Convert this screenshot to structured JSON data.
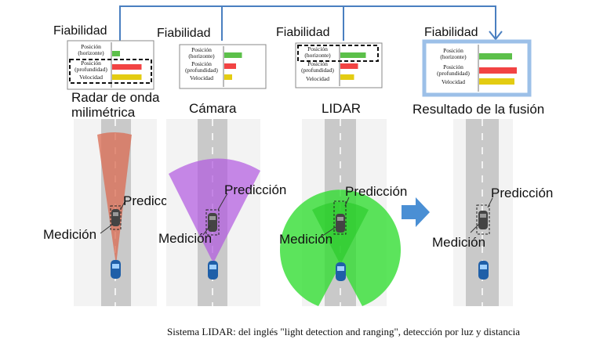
{
  "labels": {
    "reliability": "Fiabilidad",
    "pos_h1": "Posición",
    "pos_h2": "(horizonte)",
    "pos_d1": "Posición",
    "pos_d2": "(profundidad)",
    "velocity": "Velocidad",
    "prediction": "Predicción",
    "measurement": "Medición"
  },
  "sensors": [
    {
      "title_line1": "Radar de onda",
      "title_line2": "milimétrica",
      "bars": {
        "pos_horizontal": 0.2,
        "pos_depth": 0.75,
        "velocity": 0.75
      }
    },
    {
      "title_line1": "Cámara",
      "title_line2": "",
      "bars": {
        "pos_horizontal": 0.45,
        "pos_depth": 0.3,
        "velocity": 0.2
      }
    },
    {
      "title_line1": "LIDAR",
      "title_line2": "",
      "bars": {
        "pos_horizontal": 0.65,
        "pos_depth": 0.45,
        "velocity": 0.35
      }
    },
    {
      "title_line1": "Resultado de la fusión",
      "title_line2": "",
      "bars": {
        "pos_horizontal": 0.7,
        "pos_depth": 0.8,
        "velocity": 0.75
      }
    }
  ],
  "colors": {
    "bar_green": "#5cc04a",
    "bar_red": "#f24343",
    "bar_yellow": "#e3cc12",
    "arrow_blue": "#4a8fd4",
    "road": "#c9c9c9",
    "radar_fan": "#d96a50",
    "camera_fan": "#b157e0",
    "lidar_fan": "#33dd33"
  },
  "caption": "Sistema LIDAR: del inglés \"light detection and ranging\", detección por luz y distancia"
}
